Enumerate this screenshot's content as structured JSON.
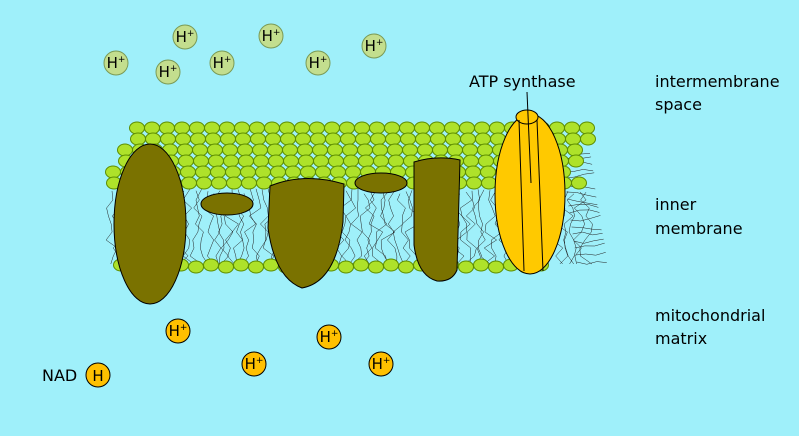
{
  "labels": {
    "atp_synthase": "ATP synthase",
    "intermembrane_line1": "intermembrane",
    "intermembrane_line2": "space",
    "inner_line1": "inner",
    "inner_line2": "membrane",
    "matrix_line1": "mitochondrial",
    "matrix_line2": "matrix",
    "nad": "NAD"
  },
  "ion": {
    "symbol": "H",
    "charge": "+",
    "nadh_letter": "H"
  },
  "colors": {
    "background": "#9ff0fa",
    "lipid_head": "#aee22a",
    "lipid_head_stroke": "#5d8d00",
    "protein": "#7a7200",
    "atp_synthase": "#ffc900",
    "proton_faded": "#c3de8e",
    "proton": "#ffc000"
  }
}
